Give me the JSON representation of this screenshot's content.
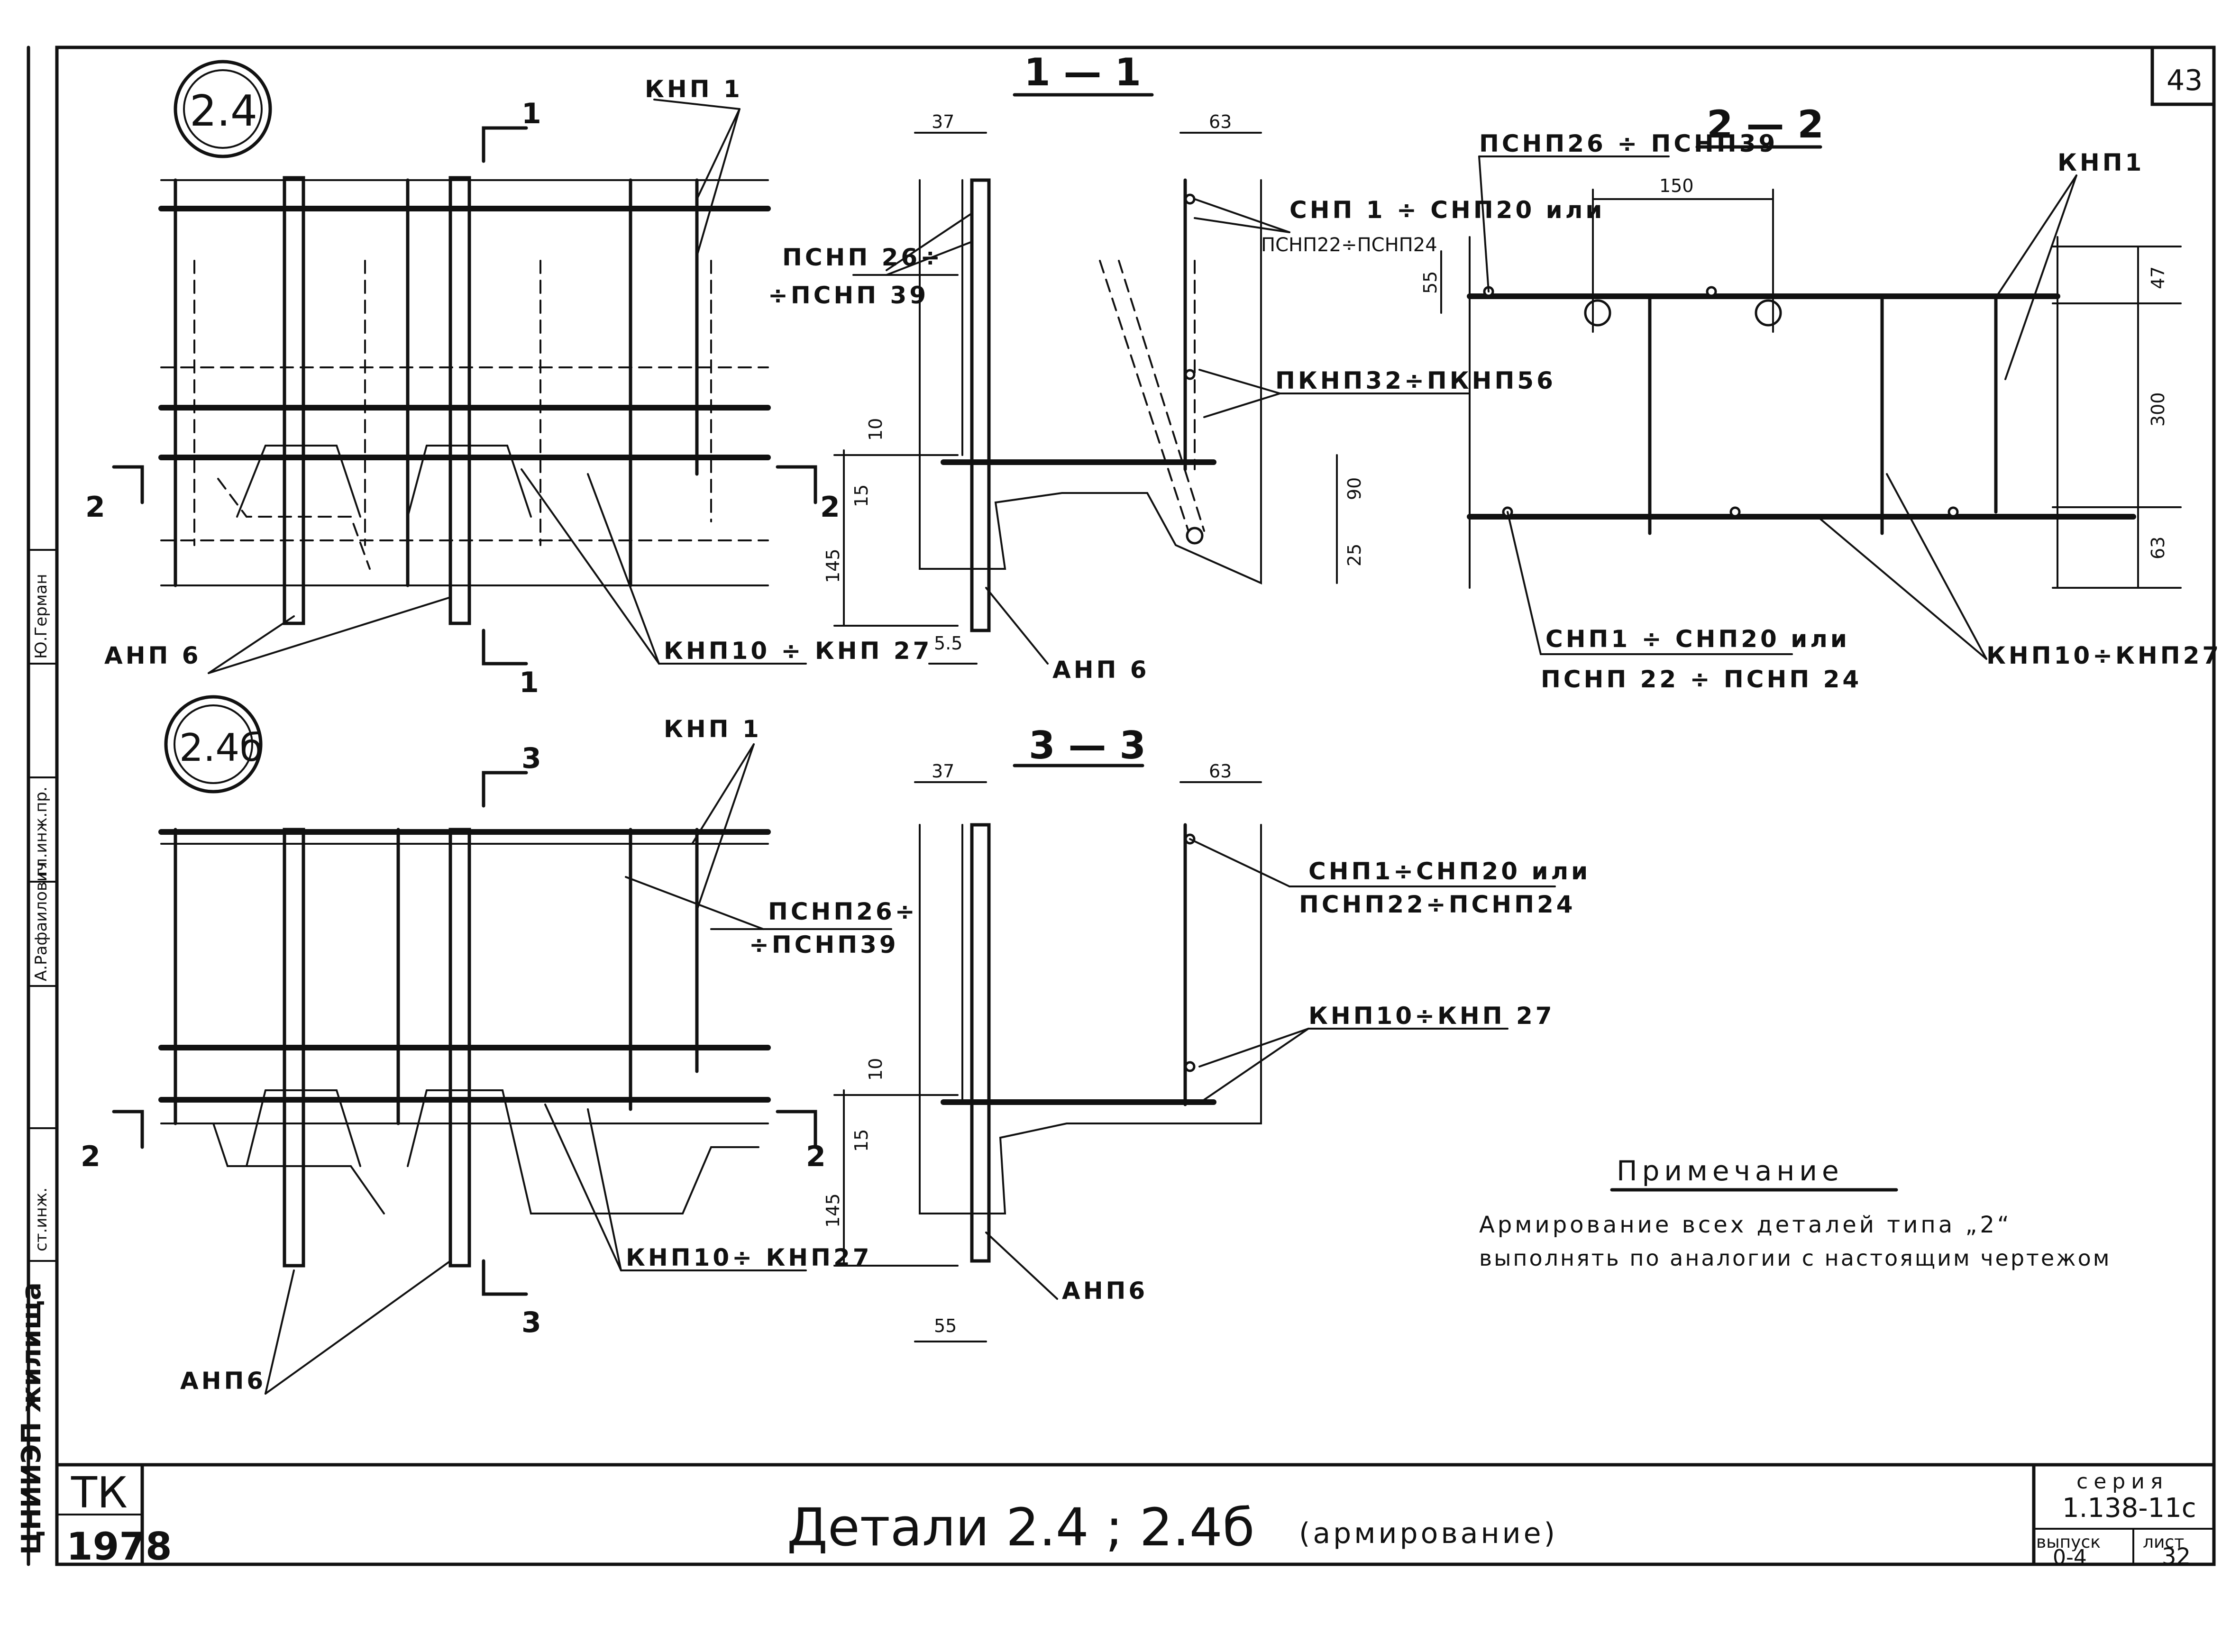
{
  "sheet": {
    "page_number": "43",
    "title_main": "Детали 2.4 ; 2.4б",
    "title_suffix": "(армирование)",
    "stamp_left_top": "ТК",
    "stamp_left_bottom": "1978",
    "series_label": "серия",
    "series_value": "1.138-11с",
    "issue_label": "выпуск",
    "issue_value": "0-4",
    "sheet_label": "лист",
    "sheet_value": "32",
    "org": "ЦНИИЭП жилища",
    "side_roles": [
      "ст.инж.",
      "гл.инж.пр.",
      "А.Рафаилович",
      "Ю.Герман"
    ]
  },
  "views": {
    "detail_24": {
      "label": "2.4",
      "cut1": "1",
      "cut2": "2",
      "labels": {
        "knp1": "КНП 1",
        "psnp": "ПСНП 26÷",
        "psnp2": "÷ПСНП 39",
        "knp10": "КНП10 ÷ КНП 27",
        "anp6": "АНП 6"
      }
    },
    "detail_24b": {
      "label": "2.4б",
      "cut3": "3",
      "cut2": "2",
      "labels": {
        "knp1": "КНП 1",
        "psnp": "ПСНП26÷",
        "psnp2": "÷ПСНП39",
        "knp10": "КНП10÷ КНП27",
        "anp6": "АНП6"
      }
    },
    "section_11": {
      "label": "1 — 1",
      "dims": [
        "37",
        "63",
        "10",
        "15",
        "145",
        "5.5",
        "90",
        "25"
      ],
      "labels": {
        "snp": "СНП 1 ÷ СНП20 или",
        "psnp": "ПСНП22÷ПСНП24",
        "pknp": "ПКНП32÷ПКНП56",
        "anp6": "АНП 6"
      }
    },
    "section_22": {
      "label": "2 — 2",
      "dims": [
        "150",
        "55",
        "47",
        "300",
        "63"
      ],
      "labels": {
        "psnp": "ПСНП26 ÷ ПСНП39",
        "knp1": "КНП1",
        "snp": "СНП1 ÷ СНП20 или",
        "psnp2": "ПСНП 22 ÷ ПСНП 24",
        "knp10": "КНП10÷КНП27"
      }
    },
    "section_33": {
      "label": "3 — 3",
      "dims": [
        "37",
        "63",
        "10",
        "15",
        "145",
        "55"
      ],
      "labels": {
        "snp": "СНП1÷СНП20 или",
        "psnp": "ПСНП22÷ПСНП24",
        "knp10": "КНП10÷КНП 27",
        "anp6": "АНП6"
      }
    }
  },
  "note": {
    "heading": "Примечание",
    "line1": "Армирование всех деталей типа „2“",
    "line2": "выполнять по аналогии с настоящим чертежом"
  }
}
